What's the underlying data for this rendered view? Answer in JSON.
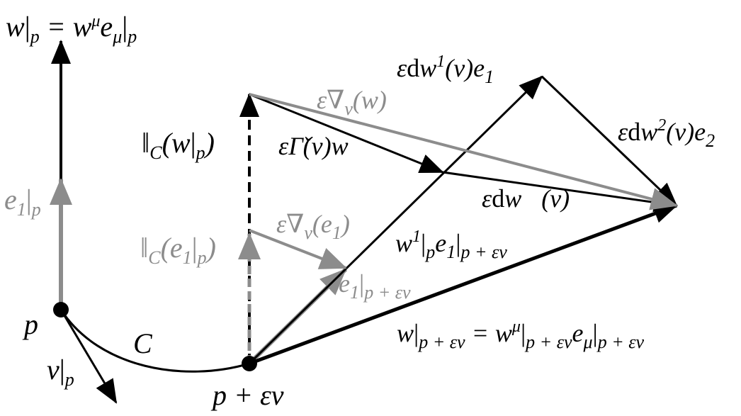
{
  "palette": {
    "black": "#000000",
    "gray": "#8c8c8c"
  },
  "labels": {
    "w_p": {
      "head": "w",
      "sub": "p",
      "eq": " = w",
      "sup": "μ",
      "e": "e",
      "sub2": "μ",
      "sub3": "p"
    },
    "e1_p": {
      "base": "e",
      "idx": "1",
      "sub": "p"
    },
    "p": "p",
    "v_p": {
      "base": "v",
      "sub": "p"
    },
    "C": "C",
    "p_eps_v": "p + εv",
    "par_w": {
      "sym": "‖",
      "sub": "C",
      "paren": "(w",
      "sub2": "p",
      "close": ")"
    },
    "par_e1": {
      "sym": "‖",
      "sub": "C",
      "paren": "(e",
      "idx": "1",
      "sub2": "p",
      "close": ")"
    },
    "eps_nabla_w": "ε∇",
    "eps_nabla_w_sub": "v",
    "eps_nabla_w_tail": "(w)",
    "eps_gamma": {
      "eps": "ε",
      "G": "Γ̌",
      "tail": "(v)w⃗"
    },
    "eps_dw1": {
      "eps": "ε",
      "d": "d",
      "w": "w",
      "sup": "1",
      "tail": "(v)e",
      "sub": "1"
    },
    "eps_dw2": {
      "eps": "ε",
      "d": "d",
      "w": "w",
      "sup": "2",
      "tail": "(v)e",
      "sub": "2"
    },
    "eps_dwvec": {
      "eps": "ε",
      "d": "d",
      "tail": "w⃗(v)"
    },
    "eps_nabla_e1": {
      "head": "ε∇",
      "sub": "v",
      "tail": "(e",
      "idx": "1",
      "close": ")"
    },
    "w1_e1": {
      "w": "w",
      "sup": "1",
      "sub": "p",
      "e": "e",
      "idx": "1",
      "sub2": "p + εv"
    },
    "e1_pev": {
      "e": "e",
      "idx": "1",
      "sub": "p + εv"
    },
    "w_pev": {
      "w": "w",
      "sub": "p + εv",
      "eq": " = w",
      "sup": "μ",
      "sub2": "p + εv",
      "e": "e",
      "sub3": "μ",
      "sub4": "p + εv"
    }
  }
}
